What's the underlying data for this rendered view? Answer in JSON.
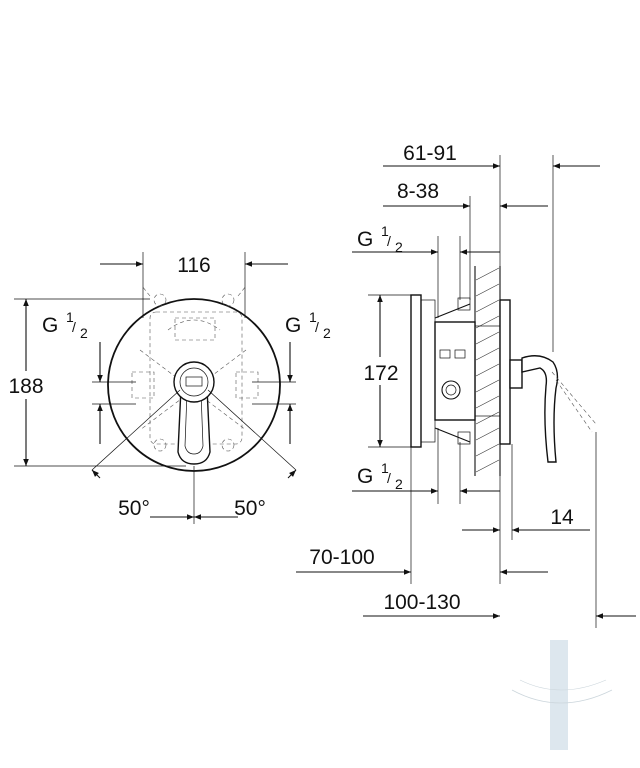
{
  "front_view": {
    "width_label": "116",
    "height_label": "188",
    "inlet_left": "G",
    "inlet_right": "G",
    "angle_left": "50°",
    "angle_right": "50°"
  },
  "side_view": {
    "depth_label": "61-91",
    "offset_label": "8-38",
    "inlet_top": "G",
    "body_height_label": "172",
    "inlet_bottom": "G",
    "plate_label": "14",
    "range_a_label": "70-100",
    "range_b_label": "100-130"
  },
  "fraction": {
    "num": "1",
    "den": "2"
  },
  "colors": {
    "line": "#111111",
    "watermark": "#b8c4cc",
    "bar": "#dde7ee"
  }
}
